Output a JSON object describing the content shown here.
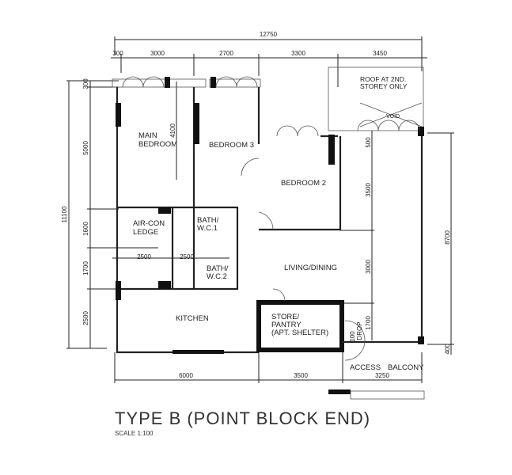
{
  "title": "TYPE B (POINT BLOCK END)",
  "scale": "SCALE 1:100",
  "dimensions": {
    "overall_width": "12750",
    "top": [
      "300",
      "3000",
      "2700",
      "3300",
      "3450"
    ],
    "left_overall": "11100",
    "left": [
      "300",
      "5000",
      "1600",
      "1700",
      "2500"
    ],
    "right_inner": [
      "500",
      "3500",
      "3000",
      "1700"
    ],
    "right_outer": [
      "8700",
      "400"
    ],
    "bottom": [
      "6000",
      "3500",
      "3250"
    ],
    "bedroom3_depth": "4100",
    "ledge_width": "2500",
    "bath_width": "2500",
    "drop": "100",
    "drop_label": "DROP"
  },
  "rooms": {
    "main_bedroom": [
      "MAIN",
      "BEDROOM"
    ],
    "bedroom3": "BEDROOM 3",
    "bedroom2": "BEDROOM 2",
    "aircon": [
      "AIR-CON",
      "LEDGE"
    ],
    "bath1": [
      "BATH/",
      "W.C.1"
    ],
    "bath2": [
      "BATH/",
      "W.C.2"
    ],
    "living": "LIVING/DINING",
    "kitchen": "KITCHEN",
    "store": [
      "STORE/",
      "PANTRY",
      "(APT. SHELTER)"
    ],
    "access": "ACCESS",
    "balcony": "BALCONY",
    "roof": [
      "ROOF AT 2ND.",
      "STOREY ONLY"
    ],
    "void": "VOID"
  }
}
